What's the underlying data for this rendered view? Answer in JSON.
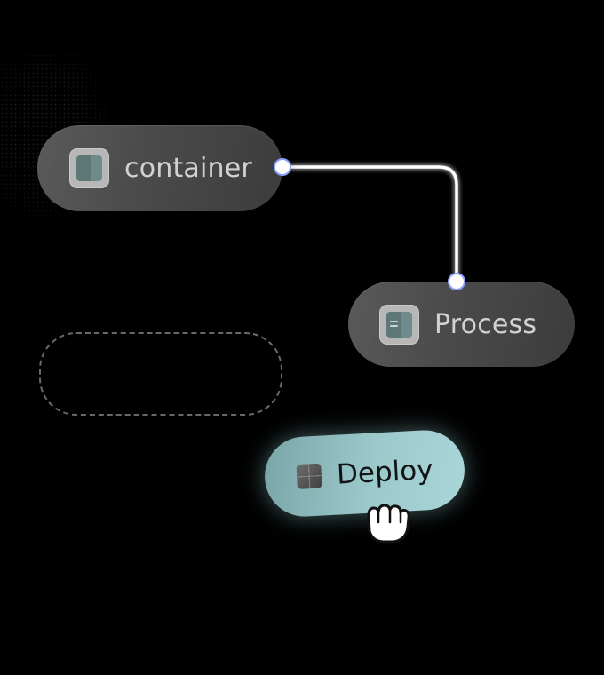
{
  "canvas": {
    "background": "#000000"
  },
  "nodes": {
    "container": {
      "label": "container",
      "icon": "container-icon"
    },
    "process": {
      "label": "Process",
      "icon": "process-icon"
    },
    "deploy": {
      "label": "Deploy",
      "icon": "deploy-icon",
      "color": "#9cc9cb"
    }
  },
  "placeholder": {
    "style": "dashed drop target"
  },
  "cursor": {
    "icon": "grab-hand-icon"
  },
  "connector": {
    "from": "container",
    "to": "Process",
    "color": "#ffffff"
  }
}
